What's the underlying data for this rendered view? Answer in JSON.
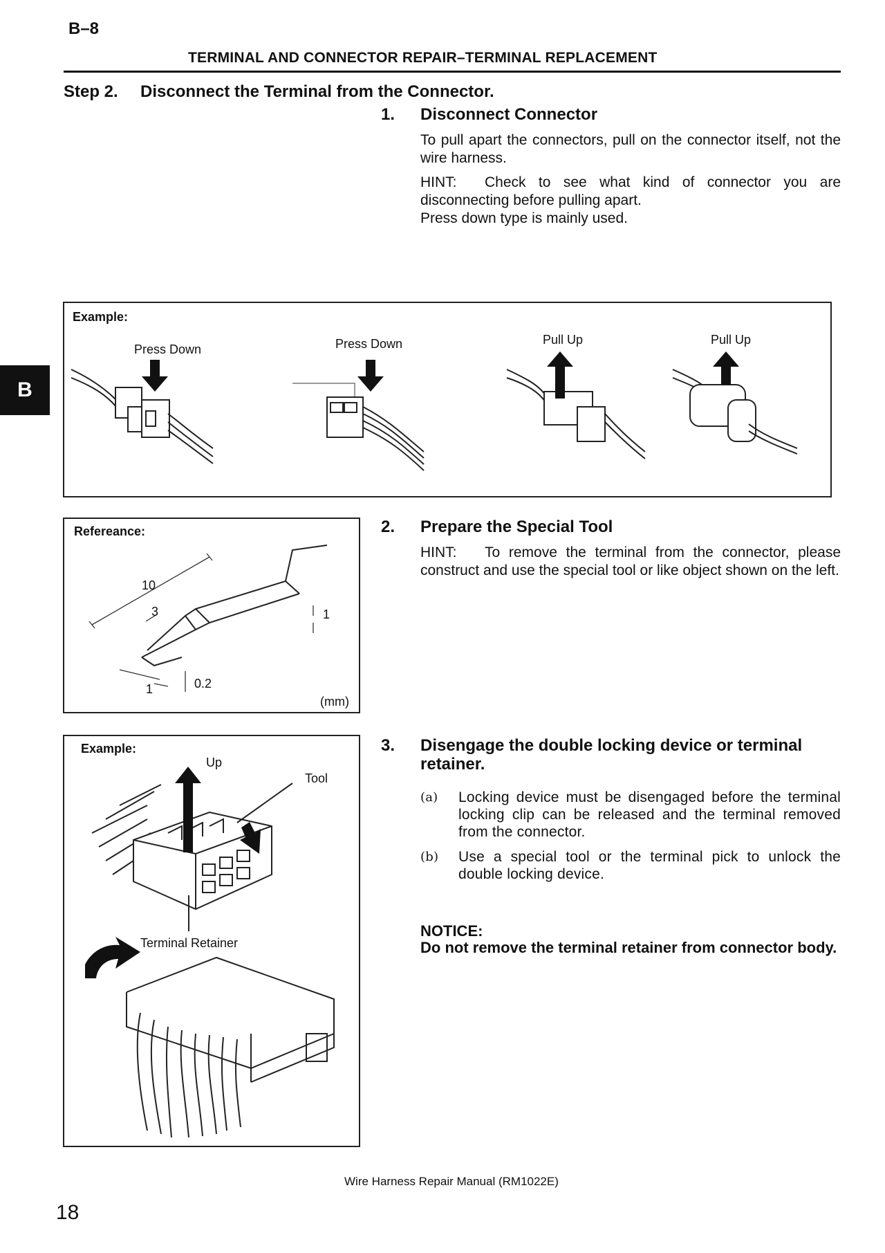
{
  "header": {
    "section_code": "B–8",
    "title": "TERMINAL AND CONNECTOR REPAIR–TERMINAL REPLACEMENT"
  },
  "side_tab": "B",
  "step": {
    "number": "Step 2.",
    "title": "Disconnect the Terminal from the Connector."
  },
  "sections": [
    {
      "number": "1.",
      "title": "Disconnect Connector",
      "body": "To pull apart the connectors, pull on the connector itself, not the wire harness.",
      "hint_label": "HINT:",
      "hint": "Check to see what kind of connector you are disconnecting before pulling apart.",
      "extra": "Press down type is mainly used."
    },
    {
      "number": "2.",
      "title": "Prepare the Special Tool",
      "hint_label": "HINT:",
      "hint": "To remove the terminal from the connector, please construct and use the special tool or like object shown on the left."
    },
    {
      "number": "3.",
      "title": "Disengage the double locking device or terminal retainer.",
      "items": [
        {
          "marker": "(a)",
          "text": "Locking device must be disengaged before the terminal locking clip can be released and the terminal removed from the connector."
        },
        {
          "marker": "(b)",
          "text": "Use a special tool or the terminal pick to unlock the double locking device."
        }
      ],
      "notice_label": "NOTICE:",
      "notice_text": "Do not remove the terminal retainer from connector body."
    }
  ],
  "figures": {
    "example1": {
      "label": "Example:",
      "captions": [
        "Press Down",
        "Press Down",
        "Pull Up",
        "Pull Up"
      ]
    },
    "reference": {
      "label": "Refereance:",
      "dims": [
        "10",
        "3",
        "1",
        "1",
        "0.2"
      ],
      "unit": "(mm)"
    },
    "example2": {
      "label": "Example:",
      "up": "Up",
      "tool": "Tool",
      "retainer": "Terminal Retainer"
    }
  },
  "footer": "Wire Harness Repair Manual (RM1022E)",
  "page_number": "18"
}
